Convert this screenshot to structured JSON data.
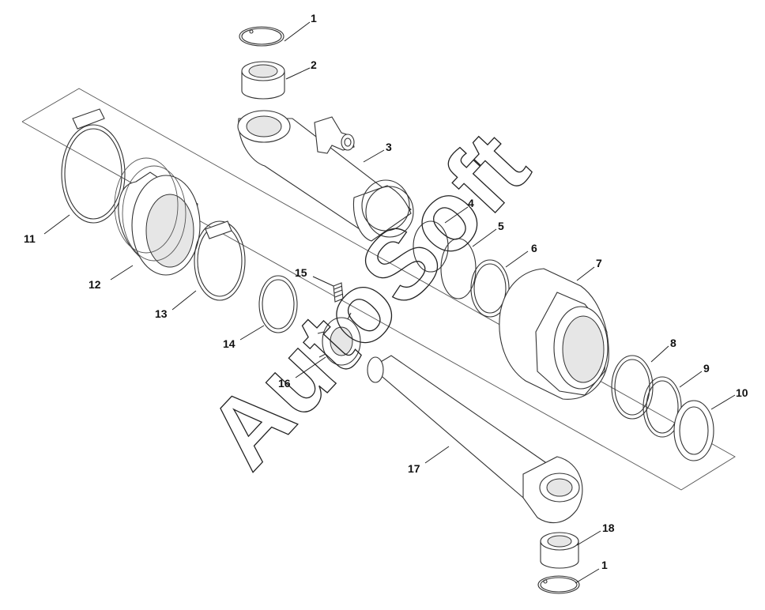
{
  "callouts": [
    {
      "id": "c1a",
      "text": "1"
    },
    {
      "id": "c2",
      "text": "2"
    },
    {
      "id": "c3",
      "text": "3"
    },
    {
      "id": "c4",
      "text": "4"
    },
    {
      "id": "c5",
      "text": "5"
    },
    {
      "id": "c6",
      "text": "6"
    },
    {
      "id": "c7",
      "text": "7"
    },
    {
      "id": "c8",
      "text": "8"
    },
    {
      "id": "c9",
      "text": "9"
    },
    {
      "id": "c10",
      "text": "10"
    },
    {
      "id": "c11",
      "text": "11"
    },
    {
      "id": "c12",
      "text": "12"
    },
    {
      "id": "c13",
      "text": "13"
    },
    {
      "id": "c14",
      "text": "14"
    },
    {
      "id": "c15",
      "text": "15"
    },
    {
      "id": "c16",
      "text": "16"
    },
    {
      "id": "c17",
      "text": "17"
    },
    {
      "id": "c18",
      "text": "18"
    },
    {
      "id": "c1b",
      "text": "1"
    }
  ],
  "watermark": {
    "text": "AutoSoft"
  }
}
